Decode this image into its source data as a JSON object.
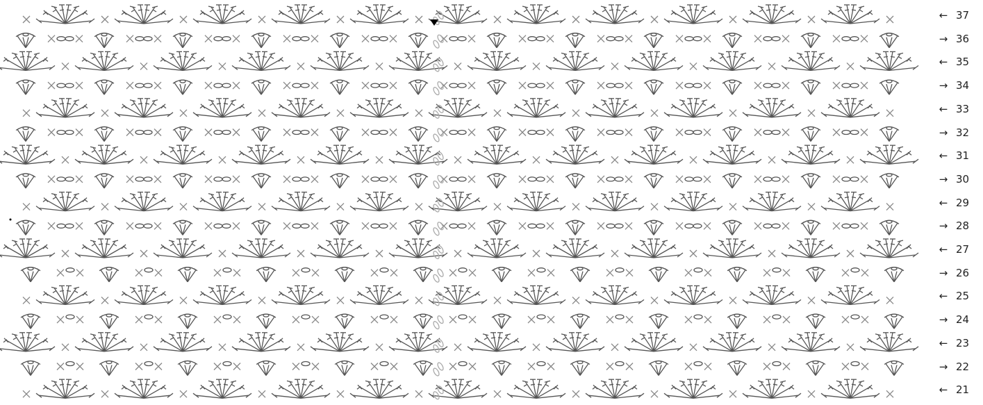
{
  "diagram": {
    "rows": [
      {
        "number": "37",
        "arrow": "←"
      },
      {
        "number": "36",
        "arrow": "→"
      },
      {
        "number": "35",
        "arrow": "←"
      },
      {
        "number": "34",
        "arrow": "→"
      },
      {
        "number": "33",
        "arrow": "←"
      },
      {
        "number": "32",
        "arrow": "→"
      },
      {
        "number": "31",
        "arrow": "←"
      },
      {
        "number": "30",
        "arrow": "→"
      },
      {
        "number": "29",
        "arrow": "←"
      },
      {
        "number": "28",
        "arrow": "→"
      },
      {
        "number": "27",
        "arrow": "←"
      },
      {
        "number": "26",
        "arrow": "→"
      },
      {
        "number": "25",
        "arrow": "←"
      },
      {
        "number": "24",
        "arrow": "→"
      },
      {
        "number": "23",
        "arrow": "←"
      },
      {
        "number": "22",
        "arrow": "→"
      },
      {
        "number": "21",
        "arrow": "←"
      }
    ],
    "colors": {
      "stitch": "#5a5a5a",
      "cross": "#888888",
      "join": "#aaaaaa",
      "marker": "#000000"
    },
    "symbols": [
      "sc-cross",
      "chain-oval",
      "dc-fan-shell",
      "v-shell",
      "slip-stitch-dot",
      "start-marker-triangle"
    ]
  }
}
